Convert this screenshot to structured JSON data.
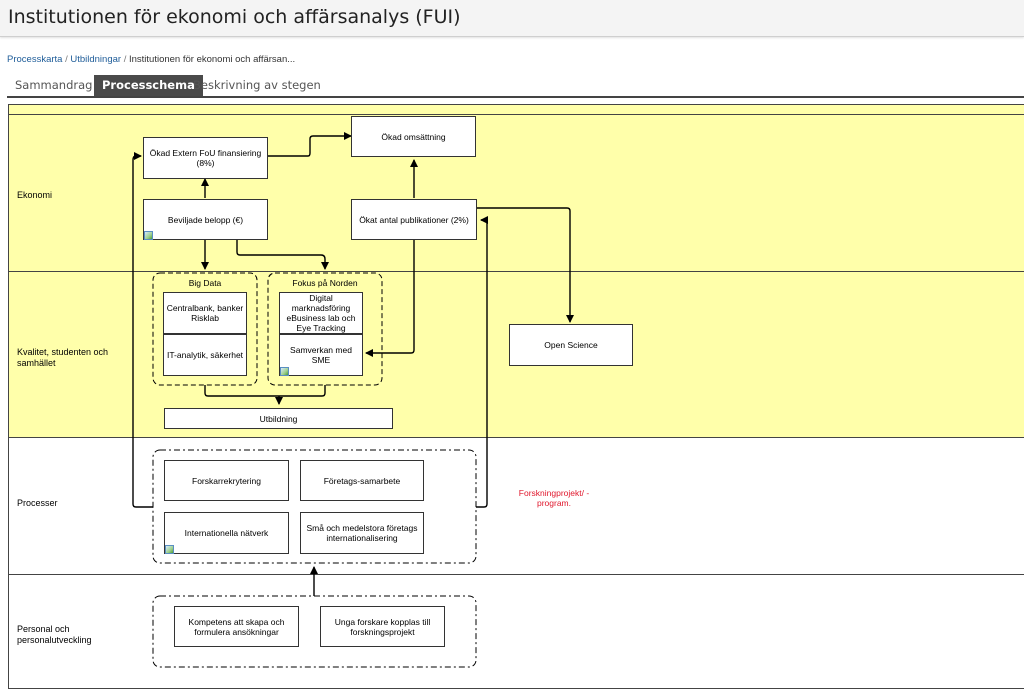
{
  "header": {
    "title": "Institutionen för ekonomi och affärsanalys (FUI)"
  },
  "breadcrumb": {
    "items": [
      "Processkarta",
      "Utbildningar",
      "Institutionen för ekonomi och affärsan..."
    ],
    "separator": "/"
  },
  "tabs": [
    {
      "label": "Sammandrag",
      "active": false
    },
    {
      "label": "Processchema",
      "active": true
    },
    {
      "label": "Beskrivning av stegen",
      "active": false
    }
  ],
  "lanes": {
    "ekonomi": "Ekonomi",
    "kvalitet": "Kvalitet, studenten och samhället",
    "processer": "Processer",
    "personal": "Personal och personalutveckling"
  },
  "boxes": {
    "okad_extern": "Ökad Extern FoU finansiering (8%)",
    "okad_omsattning": "Ökad omsättning",
    "beviljade": "Beviljade belopp (€)",
    "okat_antal": "Ökat antal publikationer (2%)",
    "centralbank": "Centralbank, banker Risklab",
    "it_analytik": "IT-analytik, säkerhet",
    "digital": "Digital marknadsföring eBusiness lab och Eye Tracking",
    "samverkan": "Samverkan med SME",
    "open_science": "Open Science",
    "utbildning": "Utbildning",
    "forskarrekrytering": "Forskarrekrytering",
    "foretagssamarbete": "Företags-samarbete",
    "internationella": "Internationella nätverk",
    "sma_medelstora": "Små och medelstora företags internationalisering",
    "kompetens": "Kompetens att skapa och formulera ansökningar",
    "unga_forskare": "Unga forskare kopplas till forskningsprojekt"
  },
  "groups": {
    "big_data": "Big Data",
    "fokus_norden": "Fokus på Norden"
  },
  "annotations": {
    "forskningsprojekt": "Forskningprojekt/ -program."
  },
  "colors": {
    "lane_fill": "#ffffaa",
    "link": "#1f5d99",
    "annotation": "#e0182d",
    "active_tab": "#4a4a4a"
  }
}
